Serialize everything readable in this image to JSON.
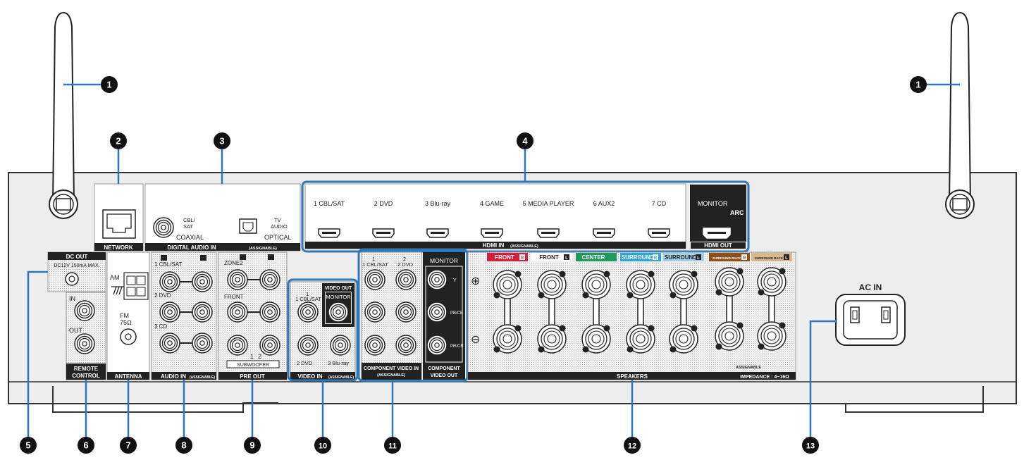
{
  "callouts": [
    "1",
    "1",
    "2",
    "3",
    "4",
    "5",
    "6",
    "7",
    "8",
    "9",
    "10",
    "11",
    "12",
    "13"
  ],
  "sections": {
    "network": "NETWORK",
    "digital_audio_in": "DIGITAL AUDIO IN",
    "digital_audio_in_sub": "(ASSIGNABLE)",
    "coaxial": "COAXIAL",
    "optical": "OPTICAL",
    "coax_source": [
      "CBL/",
      "SAT"
    ],
    "optical_source": [
      "TV",
      "AUDIO"
    ],
    "hdmi_in": "HDMI IN",
    "hdmi_in_sub": "(ASSIGNABLE)",
    "hdmi_out": "HDMI OUT",
    "hdmi_monitor": "MONITOR",
    "hdmi_arc": "ARC",
    "dc_out": "DC OUT",
    "dc_out_spec": "DC12V 150mA MAX.",
    "remote_in": "IN",
    "remote_out": "OUT",
    "remote_control": [
      "REMOTE",
      "CONTROL"
    ],
    "antenna": "ANTENNA",
    "am": "AM",
    "fm": "FM",
    "fm_ohm": "75Ω",
    "audio_in": "AUDIO IN",
    "audio_in_sub": "(ASSIGNABLE)",
    "audio_sources": [
      "1 CBL/SAT",
      "2 DVD",
      "3 CD"
    ],
    "pre_out": "PRE OUT",
    "zone2": "ZONE2",
    "front": "FRONT",
    "subwoofer": "SUBWOOFER",
    "sub_nums": [
      "1",
      "2"
    ],
    "video_in": "VIDEO IN",
    "video_in_sub": "(ASSIGNABLE)",
    "video_out": "VIDEO OUT",
    "video_monitor": "MONITOR",
    "video_sources": [
      "1 CBL/SAT",
      "2 DVD",
      "3 Blu-ray"
    ],
    "comp_in": [
      "COMPONENT VIDEO IN",
      "(ASSIGNABLE)"
    ],
    "comp_sources": [
      "1 CBL/SAT",
      "2 DVD"
    ],
    "comp_out": [
      "COMPONENT",
      "VIDEO OUT"
    ],
    "comp_monitor": "MONITOR",
    "comp_channels": [
      "Y",
      "PB/CB",
      "PR/CR"
    ],
    "speakers": "SPEAKERS",
    "impedance": "IMPEDANCE : 4~16Ω",
    "assignable": "ASSIGNABLE",
    "plus": "⊕",
    "minus": "⊖",
    "ac_in": "AC IN",
    "R": "R",
    "L": "L"
  },
  "hdmi_inputs": [
    "1 CBL/SAT",
    "2 DVD",
    "3 Blu-ray",
    "4 GAME",
    "5 MEDIA PLAYER",
    "6 AUX2",
    "7 CD"
  ],
  "speaker_channels": [
    {
      "name": "FRONT",
      "side": "R",
      "color": "#d6203a"
    },
    {
      "name": "FRONT",
      "side": "L",
      "color": "#ffffff"
    },
    {
      "name": "CENTER",
      "side": "",
      "color": "#1e9a5a"
    },
    {
      "name": "SURROUND",
      "side": "R",
      "color": "#2aa8d8"
    },
    {
      "name": "SURROUND",
      "side": "L",
      "color": "#9fd0ea"
    },
    {
      "name": "SURROUND BACK",
      "side": "R",
      "color": "#8a4f1c"
    },
    {
      "name": "SURROUND BACK",
      "side": "L",
      "color": "#d8b88a"
    }
  ],
  "colors": {
    "highlight": "#2f78b8",
    "panel": "#222222",
    "metal": "#e8e8e8"
  }
}
